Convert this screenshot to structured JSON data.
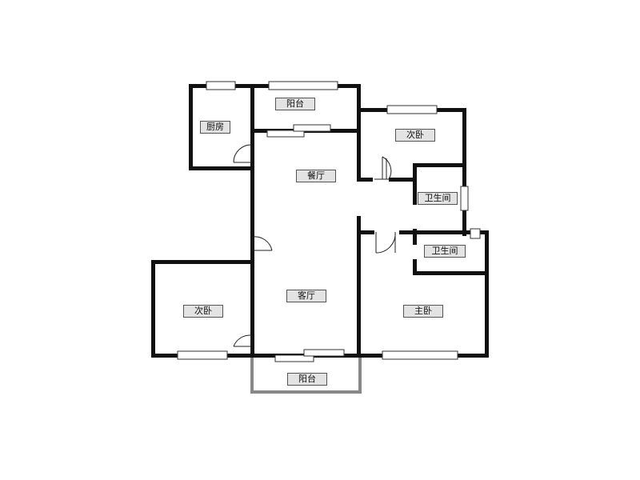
{
  "rooms": {
    "kitchen": "厨房",
    "balcony_top": "阳台",
    "bedroom_top_right": "次卧",
    "dining": "餐厅",
    "bathroom_1": "卫生间",
    "bathroom_2": "卫生间",
    "bedroom_left": "次卧",
    "living": "客厅",
    "master_bedroom": "主卧",
    "balcony_bottom": "阳台"
  }
}
